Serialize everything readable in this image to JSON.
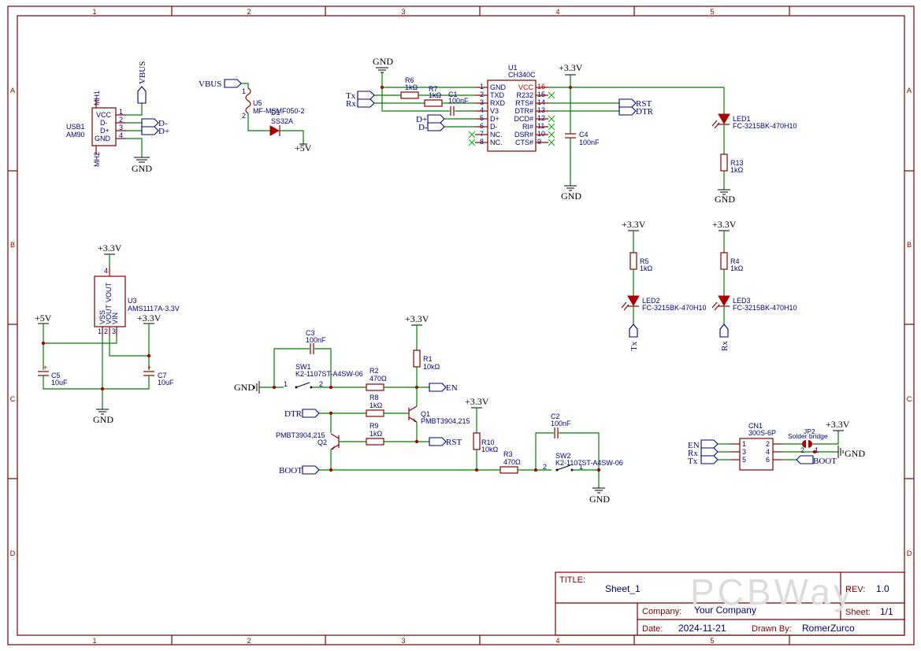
{
  "frame": {
    "columns": [
      "1",
      "2",
      "3",
      "4",
      "5"
    ],
    "rows": [
      "A",
      "B",
      "C",
      "D"
    ]
  },
  "title_block": {
    "title_label": "TITLE:",
    "title_value": "Sheet_1",
    "rev_label": "REV:",
    "rev_value": "1.0",
    "company_label": "Company:",
    "company_value": "Your Company",
    "sheet_label": "Sheet:",
    "sheet_value": "1/1",
    "date_label": "Date:",
    "date_value": "2024-11-21",
    "drawn_label": "Drawn By:",
    "drawn_value": "RomerZurco",
    "watermark": "PCBWay"
  },
  "power": {
    "gnd": "GND",
    "v33": "+3.3V",
    "v5": "+5V"
  },
  "nets": {
    "vbus": "VBUS",
    "tx": "Tx",
    "rx": "Rx",
    "dplus": "D+",
    "dminus": "D-",
    "rst": "RST",
    "dtr": "DTR",
    "en": "EN",
    "boot": "BOOT"
  },
  "components": {
    "usb1": {
      "ref": "USB1",
      "value": "AM90",
      "mh1": "MH1",
      "mh2": "MH2",
      "pins": [
        "VCC",
        "D-",
        "D+",
        "GND"
      ],
      "nums": [
        "1",
        "2",
        "3",
        "4"
      ]
    },
    "u5": {
      "ref": "U5",
      "value": "MF-MSMF050-2",
      "p1": "1",
      "p2": "2"
    },
    "d1": {
      "ref": "D1",
      "value": "SS32A"
    },
    "u1": {
      "ref": "U1",
      "value": "CH340C",
      "left_pins": [
        "GND",
        "TXD",
        "RXD",
        "V3",
        "D+",
        "D-",
        "NC.",
        "NC."
      ],
      "left_nums": [
        "1",
        "2",
        "3",
        "4",
        "5",
        "6",
        "7",
        "8"
      ],
      "right_pins": [
        "VCC",
        "R232",
        "RTS#",
        "DTR#",
        "DCD#",
        "RI#",
        "DSR#",
        "CTS#"
      ],
      "right_nums": [
        "16",
        "15",
        "14",
        "13",
        "12",
        "11",
        "10",
        "9"
      ]
    },
    "r6": {
      "ref": "R6",
      "value": "1kΩ"
    },
    "r7": {
      "ref": "R7",
      "value": "1kΩ"
    },
    "c1": {
      "ref": "C1",
      "value": "100nF"
    },
    "c4": {
      "ref": "C4",
      "value": "100nF"
    },
    "led1": {
      "ref": "LED1",
      "value": "FC-3215BK-470H10"
    },
    "r13": {
      "ref": "R13",
      "value": "1kΩ"
    },
    "r5": {
      "ref": "R5",
      "value": "1kΩ"
    },
    "led2": {
      "ref": "LED2",
      "value": "FC-3215BK-470H10"
    },
    "r4": {
      "ref": "R4",
      "value": "1kΩ"
    },
    "led3": {
      "ref": "LED3",
      "value": "FC-3215BK-470H10"
    },
    "u3": {
      "ref": "U3",
      "value": "AMS1117A-3.3V",
      "pins": [
        "VSS",
        "VOUT",
        "VOUT",
        "VIN"
      ],
      "nums": [
        "1",
        "2",
        "4",
        "3"
      ]
    },
    "c5": {
      "ref": "C5",
      "value": "10uF"
    },
    "c7": {
      "ref": "C7",
      "value": "10uF"
    },
    "c3": {
      "ref": "C3",
      "value": "100nF"
    },
    "sw1": {
      "ref": "SW1",
      "value": "K2-1107ST-A4SW-06",
      "p1": "1",
      "p2": "2"
    },
    "r2": {
      "ref": "R2",
      "value": "470Ω"
    },
    "r1": {
      "ref": "R1",
      "value": "10kΩ"
    },
    "r8": {
      "ref": "R8",
      "value": "1kΩ"
    },
    "q1": {
      "ref": "Q1",
      "value": "PMBT3904,215"
    },
    "r9": {
      "ref": "R9",
      "value": "1kΩ"
    },
    "q2": {
      "ref": "Q2",
      "value": "PMBT3904,215"
    },
    "r10": {
      "ref": "R10",
      "value": "10kΩ"
    },
    "r3": {
      "ref": "R3",
      "value": "470Ω"
    },
    "c2": {
      "ref": "C2",
      "value": "100nF"
    },
    "sw2": {
      "ref": "SW2",
      "value": "K2-1107ST-A4SW-06",
      "p1": "1",
      "p2": "2"
    },
    "cn1": {
      "ref": "CN1",
      "value": "300S-6P",
      "left_nums": [
        "1",
        "3",
        "5"
      ],
      "right_nums": [
        "2",
        "4",
        "6"
      ]
    },
    "jp2": {
      "ref": "JP2",
      "value": "Solder bridge",
      "p1": "1",
      "p2": "2"
    }
  }
}
